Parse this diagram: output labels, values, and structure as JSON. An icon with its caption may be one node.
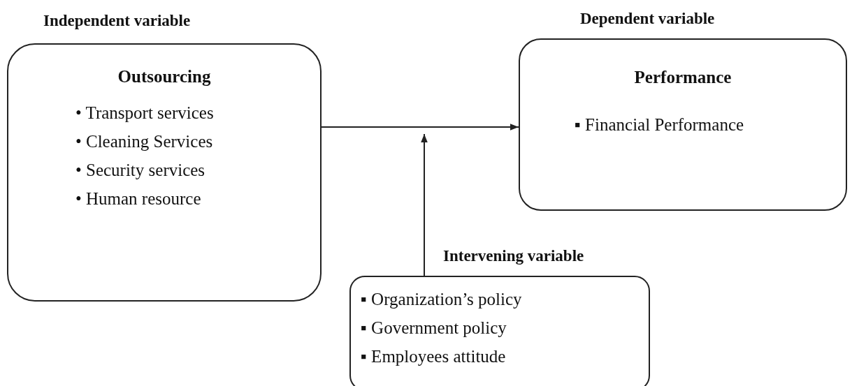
{
  "diagram": {
    "nodes": [
      {
        "text": [
          "Independent variable",
          "Outsourcing",
          "• Transport services",
          "• Cleaning Services",
          "• Security services",
          "• Human resource"
        ]
      },
      {
        "text": [
          "Dependent variable",
          "Performance",
          "▪ Financial Performance"
        ]
      },
      {
        "text": [
          "Intervening variable",
          "▪ Organization’s policy",
          "▪ Government policy",
          "▪ Employees attitude"
        ]
      }
    ],
    "edges": [
      {
        "from": 0,
        "to": 1,
        "arrow": "to"
      },
      {
        "from": 2,
        "to": null,
        "arrow": "to"
      }
    ]
  }
}
